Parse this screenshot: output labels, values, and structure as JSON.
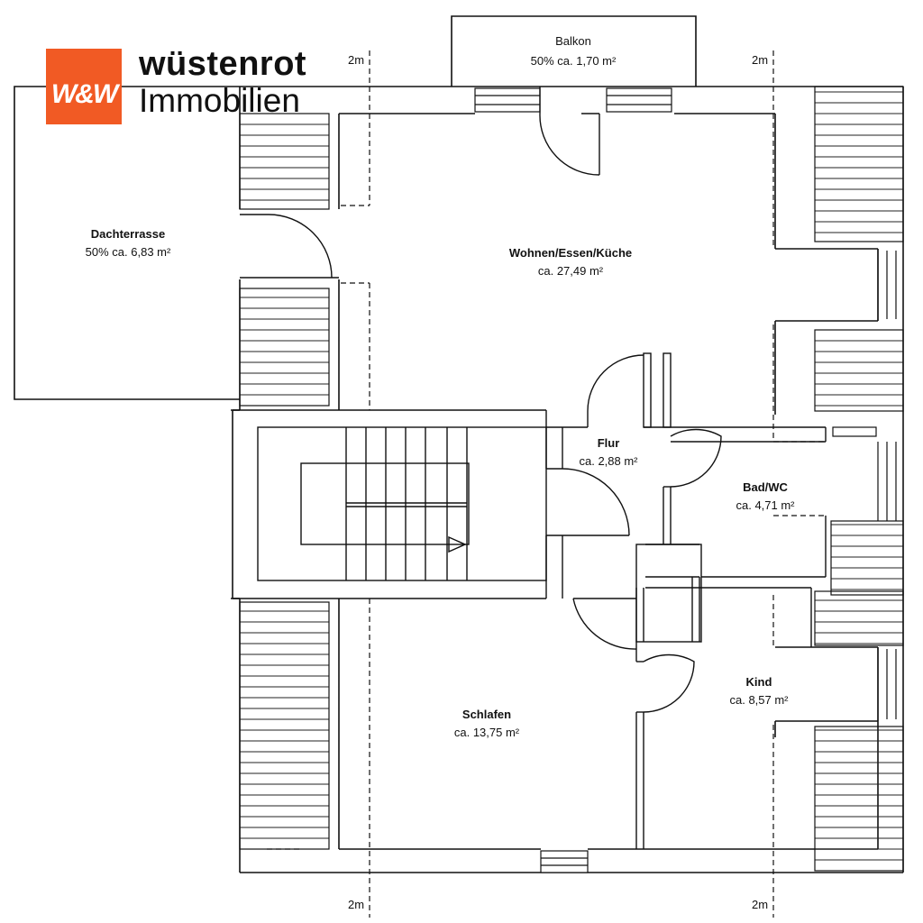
{
  "logo": {
    "mark": "W&W",
    "brand": "wüstenrot",
    "sub": "Immobilien",
    "color": "#f15a24"
  },
  "rooms": {
    "balkon": {
      "name": "Balkon",
      "area": "50% ca. 1,70 m²"
    },
    "dachterrasse": {
      "name": "Dachterrasse",
      "area": "50% ca. 6,83 m²"
    },
    "wohnen": {
      "name": "Wohnen/Essen/Küche",
      "area": "ca. 27,49 m²"
    },
    "flur": {
      "name": "Flur",
      "area": "ca. 2,88 m²"
    },
    "bad": {
      "name": "Bad/WC",
      "area": "ca. 4,71 m²"
    },
    "schlafen": {
      "name": "Schlafen",
      "area": "ca. 13,75 m²"
    },
    "kind": {
      "name": "Kind",
      "area": "ca. 8,57 m²"
    }
  },
  "dimension_marks": {
    "top_left": "2m",
    "top_right": "2m",
    "bottom_left": "2m",
    "bottom_right": "2m"
  }
}
